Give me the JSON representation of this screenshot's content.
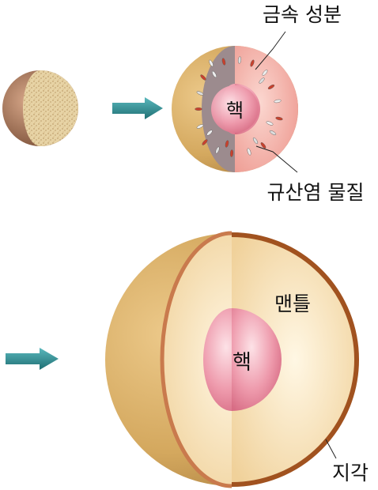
{
  "labels": {
    "metal_component": "금속 성분",
    "core_stage2": "핵",
    "silicate_material": "규산염 물질",
    "mantle": "맨틀",
    "core_stage3": "핵",
    "crust": "지각"
  },
  "colors": {
    "planet_shell": "#c99a56",
    "planet_shell_light": "#e9c88d",
    "crust_band": "#a1521f",
    "core_pink": "#e07b8f",
    "core_light": "#f5c1c9",
    "mantle_pink": "#f2a79c",
    "mantle_gray": "#9a8a8d",
    "arrow_teal": "#2f8f93",
    "dust": "#e4cf9f"
  },
  "icons": [
    "arrow-right-icon"
  ]
}
